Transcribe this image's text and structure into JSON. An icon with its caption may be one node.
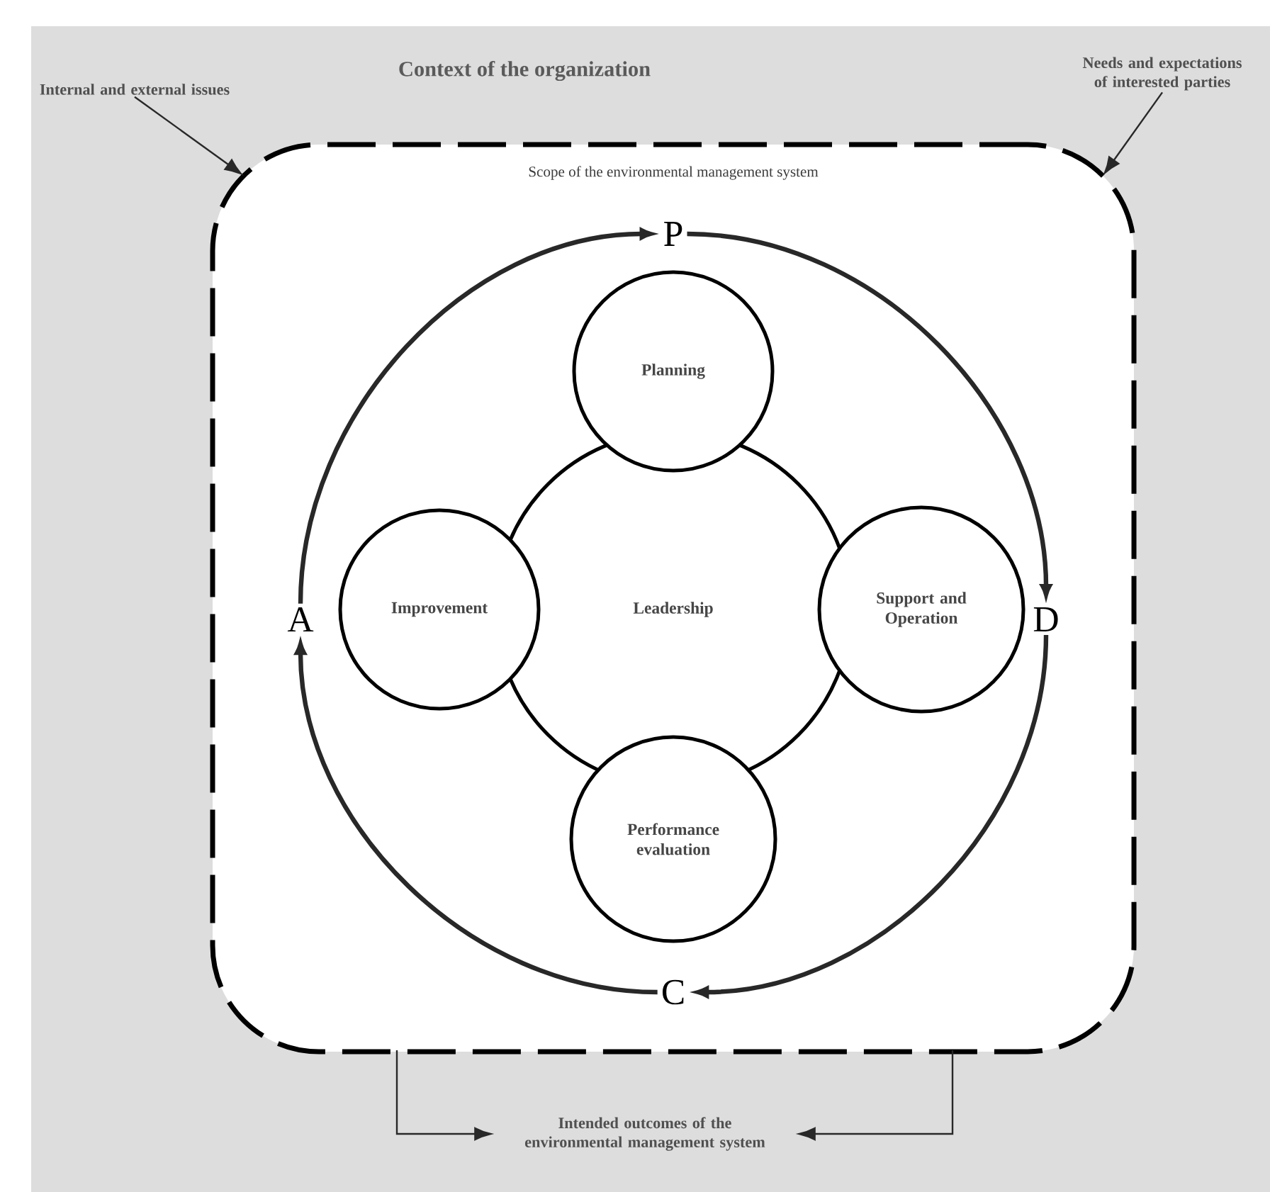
{
  "diagram": {
    "nodes": [
      {
        "text": [
          "Context of the organization"
        ]
      },
      {
        "text": [
          "Internal and external issues"
        ],
        "in": 0
      },
      {
        "text": [
          "Needs and expectations of interested parties"
        ],
        "in": 0
      },
      {
        "text": [
          "Scope of the environmental management system"
        ],
        "in": 0
      },
      {
        "text": [
          "P"
        ],
        "in": 3
      },
      {
        "text": [
          "D"
        ],
        "in": 3
      },
      {
        "text": [
          "C"
        ],
        "in": 3
      },
      {
        "text": [
          "A"
        ],
        "in": 3
      },
      {
        "text": [
          "Leadership"
        ],
        "in": 3
      },
      {
        "text": [
          "Planning"
        ],
        "in": 3
      },
      {
        "text": [
          "Support and Operation"
        ],
        "in": 3
      },
      {
        "text": [
          "Performance evaluation"
        ],
        "in": 3
      },
      {
        "text": [
          "Improvement"
        ],
        "in": 3
      },
      {
        "text": [
          "Intended outcomes of the environmental management system"
        ],
        "in": 0
      }
    ],
    "edges": [
      {
        "from": 1,
        "to": 3,
        "arrow": "to"
      },
      {
        "from": 2,
        "to": 3,
        "arrow": "to"
      },
      {
        "from": 4,
        "to": 5,
        "arrow": "to",
        "style": "thick"
      },
      {
        "from": 5,
        "to": 6,
        "arrow": "to",
        "style": "thick"
      },
      {
        "from": 6,
        "to": 7,
        "arrow": "to",
        "style": "thick"
      },
      {
        "from": 7,
        "to": 4,
        "arrow": "to",
        "style": "thick"
      },
      {
        "from": 3,
        "to": 13,
        "arrow": "to"
      },
      {
        "from": 3,
        "to": 13,
        "arrow": "to"
      }
    ]
  }
}
